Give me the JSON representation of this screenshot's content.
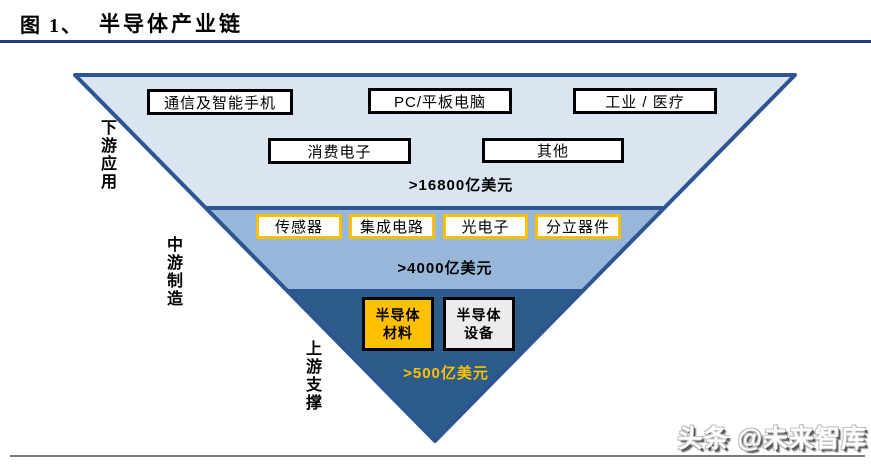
{
  "header": {
    "figure_label": "图 1、",
    "title": "半导体产业链"
  },
  "pyramid": {
    "tiers": [
      {
        "side_label": "下游应用",
        "value": ">16800亿美元",
        "boxes": [
          "通信及智能手机",
          "PC/平板电脑",
          "工业 / 医疗",
          "消费电子",
          "其他"
        ]
      },
      {
        "side_label": "中游制造",
        "value": ">4000亿美元",
        "boxes": [
          "传感器",
          "集成电路",
          "光电子",
          "分立器件"
        ]
      },
      {
        "side_label": "上游支撑",
        "value": ">500亿美元",
        "boxes": [
          "半导体\n材料",
          "半导体\n设备"
        ]
      }
    ]
  },
  "watermark": "头条 @未来智库",
  "colors": {
    "tier1_fill": "#dbe5f1",
    "tier2_fill": "#98b6d9",
    "tier3_fill": "#2b5c8a",
    "triangle_border": "#2d5591",
    "box_gold": "#ffc000",
    "box_gray": "#ececec",
    "title_rule": "#24407c",
    "bottom_rule": "#7a7a7a"
  }
}
